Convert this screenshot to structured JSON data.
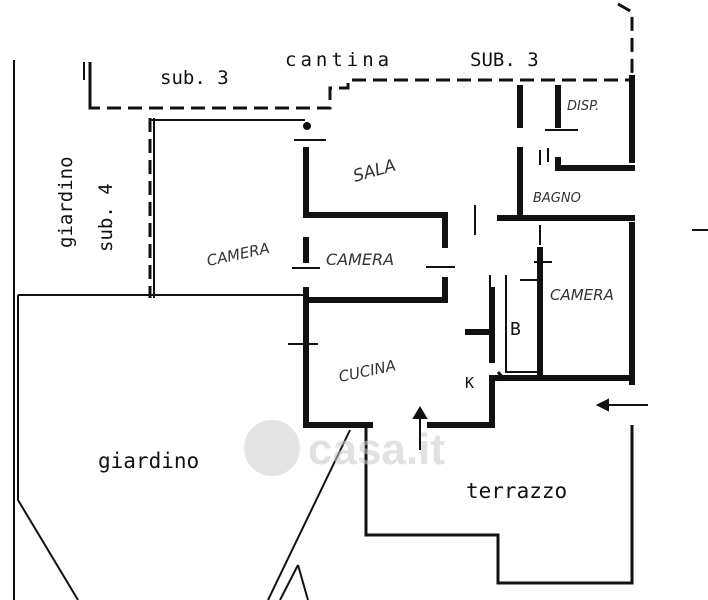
{
  "labels": {
    "sub3_left": "sub. 3",
    "cantina": "cantina",
    "sub3_right": "SUB. 3",
    "giardino_side": "giardino",
    "sub4": "sub. 4",
    "sala": "SALA",
    "disp": "DISP.",
    "bagno": "BAGNO",
    "camera_left": "CAMERA",
    "camera_mid": "CAMERA",
    "camera_right": "CAMERA",
    "bath_small": "B",
    "cucina": "CUCINA",
    "kitchen_k": "K",
    "giardino_main": "giardino",
    "terrazzo": "terrazzo"
  },
  "watermark": "casa.it",
  "colors": {
    "ink": "#111111",
    "watermark": "#c9c9c9"
  }
}
